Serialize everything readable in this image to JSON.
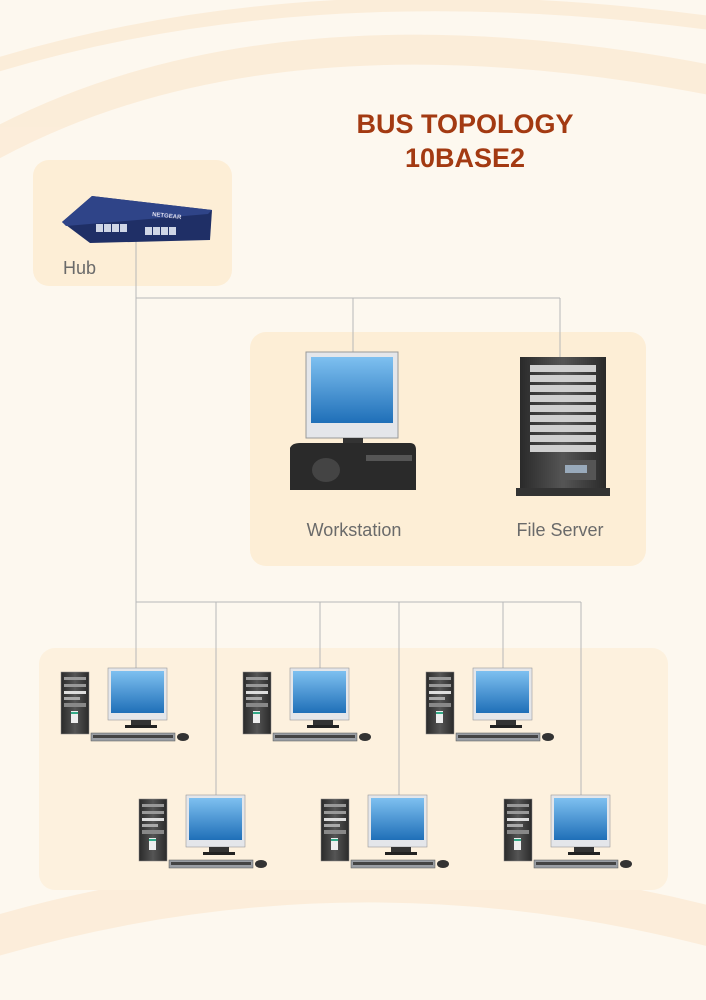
{
  "title": {
    "line1": "BUS TOPOLOGY",
    "line2": "10BASE2"
  },
  "nodes": {
    "hub": {
      "label": "Hub",
      "brand": "NETGEAR"
    },
    "workstation": {
      "label": "Workstation"
    },
    "file_server": {
      "label": "File Server"
    }
  },
  "clients_count": 6,
  "colors": {
    "title": "#a33a12",
    "group_fill": "#fdefd8",
    "bus_line": "#b8b8b8",
    "label": "#6a6a6a"
  }
}
